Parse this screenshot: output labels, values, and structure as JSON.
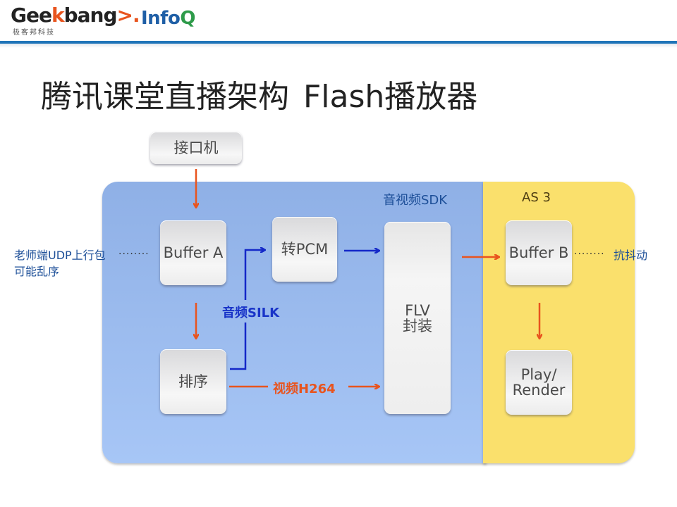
{
  "header": {
    "logo_geek_text_a": "Gee",
    "logo_geek_text_k": "k",
    "logo_geek_text_b": "bang",
    "logo_geek_arrow": ">.",
    "logo_geek_sub": "极客邦科技",
    "logo_infoq_text": "Info",
    "logo_infoq_q": "Q"
  },
  "slide": {
    "title_cn": "腾讯课堂直播架构",
    "title_en": "Flash播放器"
  },
  "diagram": {
    "panels": {
      "sdk_label": "音视频SDK",
      "as3_label": "AS 3"
    },
    "nodes": {
      "interface": "接口机",
      "buffer_a": "Buffer A",
      "sort": "排序",
      "to_pcm": "转PCM",
      "flv_line1": "FLV",
      "flv_line2": "封装",
      "buffer_b": "Buffer B",
      "play_line1": "Play/",
      "play_line2": "Render"
    },
    "annotations": {
      "udp_line1": "老师端UDP上行包",
      "udp_line2": "可能乱序",
      "anti_jitter": "抗抖动",
      "audio_silk": "音频SILK",
      "video_h264": "视频H264",
      "dots": "........"
    },
    "colors": {
      "orange_arrow": "#e8541e",
      "blue_arrow": "#1428c8",
      "panel_blue": "#9ab9ec",
      "panel_yellow": "#fae06c"
    }
  }
}
